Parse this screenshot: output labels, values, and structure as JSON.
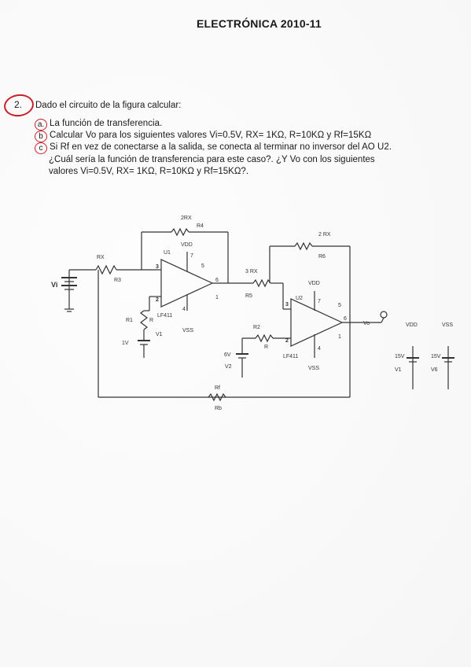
{
  "header": {
    "title": "ELECTRÓNICA 2010-11"
  },
  "question": {
    "number": "2.",
    "stem": "Dado el circuito de la figura calcular:",
    "items": [
      {
        "marker": "a.",
        "text": "La función de transferencia."
      },
      {
        "marker": "b",
        "text": "Calcular Vo para los siguientes valores Vi=0.5V, RX= 1KΩ, R=10KΩ y Rf=15KΩ"
      },
      {
        "marker": "c",
        "text": "Si Rf en vez de conectarse a la salida, se conecta al terminar no inversor del AO U2."
      }
    ],
    "continuation": [
      "¿Cuál sería la función de transferencia para este caso?. ¿Y Vo con los siguientes",
      "valores Vi=0.5V, RX= 1KΩ, R=10KΩ y Rf=15KΩ?."
    ]
  },
  "circuit": {
    "labels": {
      "r4_value": "2RX",
      "r4": "R4",
      "rx": "RX",
      "r3": "R3",
      "vi": "Vi",
      "vdd_u1": "VDD",
      "u1": "U1",
      "pin3_u1": "3",
      "pin2_u1": "2",
      "pin6_u1": "6",
      "pin5_u1": "5",
      "pin4_u1": "4",
      "pin1_u1": "1",
      "pin7_u1": "7",
      "lf411_u1": "LF411",
      "vss_u1": "VSS",
      "r1": "R1",
      "r": "R",
      "v1": "V1",
      "v1_value": "1V",
      "r5_value": "3 RX",
      "r5": "R5",
      "r6_value": "2 RX",
      "r6": "R6",
      "u2": "U2",
      "vdd_u2": "VDD",
      "pin3_u2": "3",
      "pin2_u2": "2",
      "pin6_u2": "6",
      "pin7_u2": "7",
      "pin4_u2": "4",
      "pin5_u2": "5",
      "pin1_u2": "1",
      "lf411_u2": "LF411",
      "vss_u2": "VSS",
      "r2": "R2",
      "r_u2": "R",
      "v2": "V2",
      "v2_value": "6V",
      "vo": "Vo",
      "rf": "Rf",
      "rf_label": "Rb",
      "vdd_supply": "VDD",
      "vss_supply": "VSS",
      "supply_v": "15V",
      "supply_v2": "15V",
      "v1_supply": "V1",
      "v6_supply": "V6"
    }
  }
}
